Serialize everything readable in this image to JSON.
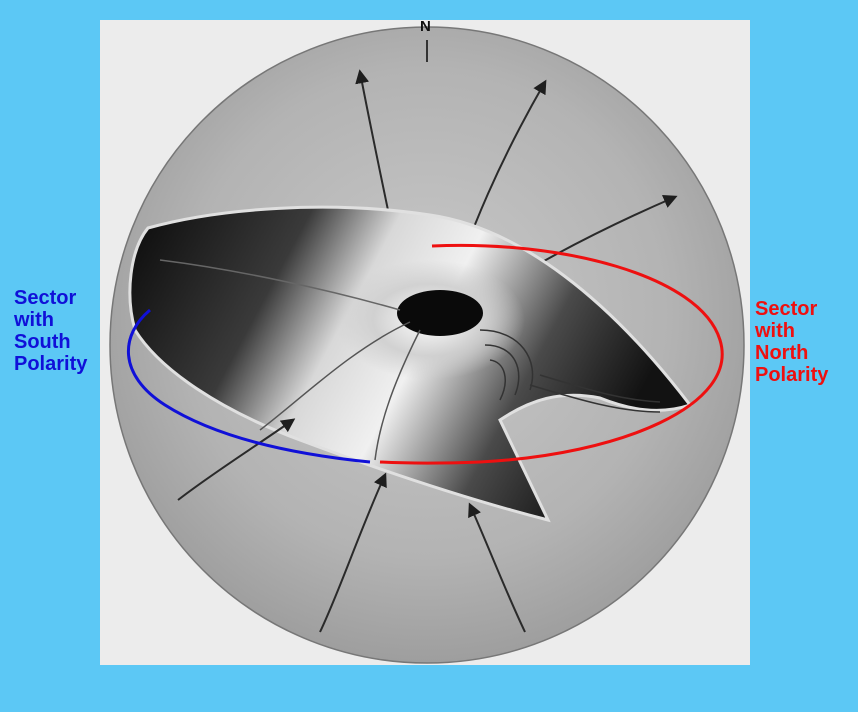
{
  "compass": {
    "north": "N"
  },
  "labels": {
    "south_sector": [
      "Sector",
      "with",
      "South",
      "Polarity"
    ],
    "north_sector": [
      "Sector",
      "with",
      "North",
      "Polarity"
    ]
  },
  "colors": {
    "background": "#5cc8f5",
    "south_sector": "#1010d8",
    "north_sector": "#ee1010",
    "sphere": "#b4b4b4",
    "current_sheet": "#141414",
    "field_lines": "#2a2a2a"
  }
}
